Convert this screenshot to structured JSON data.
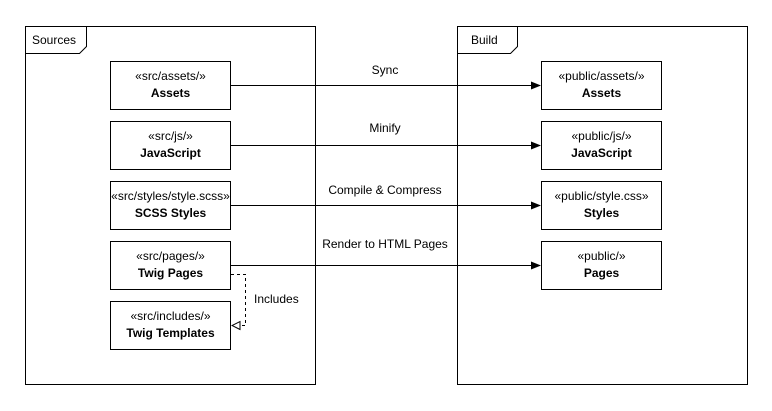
{
  "packages": {
    "sources": {
      "label": "Sources"
    },
    "build": {
      "label": "Build"
    }
  },
  "nodes": {
    "src_assets": {
      "stereotype": "«src/assets/»",
      "name": "Assets"
    },
    "src_js": {
      "stereotype": "«src/js/»",
      "name": "JavaScript"
    },
    "src_styles": {
      "stereotype": "«src/styles/style.scss»",
      "name": "SCSS Styles"
    },
    "src_pages": {
      "stereotype": "«src/pages/»",
      "name": "Twig Pages"
    },
    "src_includes": {
      "stereotype": "«src/includes/»",
      "name": "Twig Templates"
    },
    "pub_assets": {
      "stereotype": "«public/assets/»",
      "name": "Assets"
    },
    "pub_js": {
      "stereotype": "«public/js/»",
      "name": "JavaScript"
    },
    "pub_styles": {
      "stereotype": "«public/style.css»",
      "name": "Styles"
    },
    "pub_pages": {
      "stereotype": "«public/»",
      "name": "Pages"
    }
  },
  "edges": {
    "sync": {
      "label": "Sync"
    },
    "minify": {
      "label": "Minify"
    },
    "compile": {
      "label": "Compile & Compress"
    },
    "render": {
      "label": "Render to HTML Pages"
    },
    "includes": {
      "label": "Includes"
    }
  },
  "colors": {
    "stroke": "#000000",
    "fill": "#ffffff"
  }
}
